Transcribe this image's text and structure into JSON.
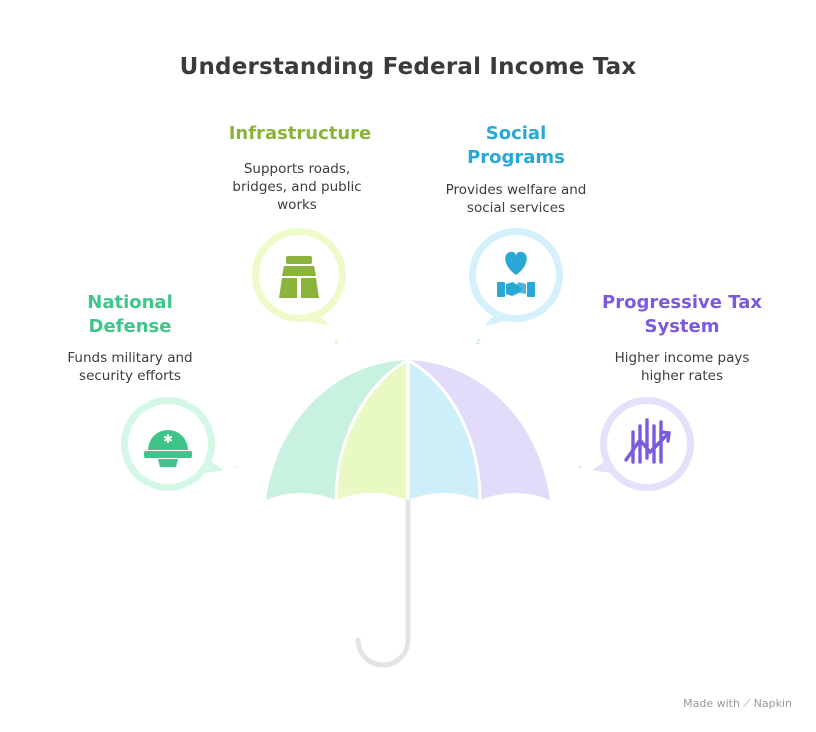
{
  "title": "Understanding Federal Income Tax",
  "items": [
    {
      "id": "defense",
      "label_lines": [
        "National",
        "Defense"
      ],
      "desc_lines": [
        "Funds military and",
        "security efforts"
      ],
      "color": "#3fc58a",
      "bubble": "#d4f7e6",
      "icon": "helmet-icon"
    },
    {
      "id": "infrastructure",
      "label_lines": [
        "Infrastructure"
      ],
      "desc_lines": [
        "Supports roads,",
        "bridges, and public",
        "works"
      ],
      "color": "#8ab43c",
      "bubble": "#ecfbc9",
      "icon": "road-icon"
    },
    {
      "id": "social",
      "label_lines": [
        "Social",
        "Programs"
      ],
      "desc_lines": [
        "Provides welfare and",
        "social services"
      ],
      "color": "#29a8d6",
      "bubble": "#d3f0fb",
      "icon": "heart-handshake-icon"
    },
    {
      "id": "progressive",
      "label_lines": [
        "Progressive Tax",
        "System"
      ],
      "desc_lines": [
        "Higher income pays",
        "higher rates"
      ],
      "color": "#7a5bdc",
      "bubble": "#e6e0fa",
      "icon": "rising-chart-icon"
    }
  ],
  "umbrella_colors": [
    "#c8f2df",
    "#e8f9c4",
    "#cdeffa",
    "#e2dcfa"
  ],
  "brand": {
    "made_with": "Made with",
    "name": "Napkin"
  }
}
